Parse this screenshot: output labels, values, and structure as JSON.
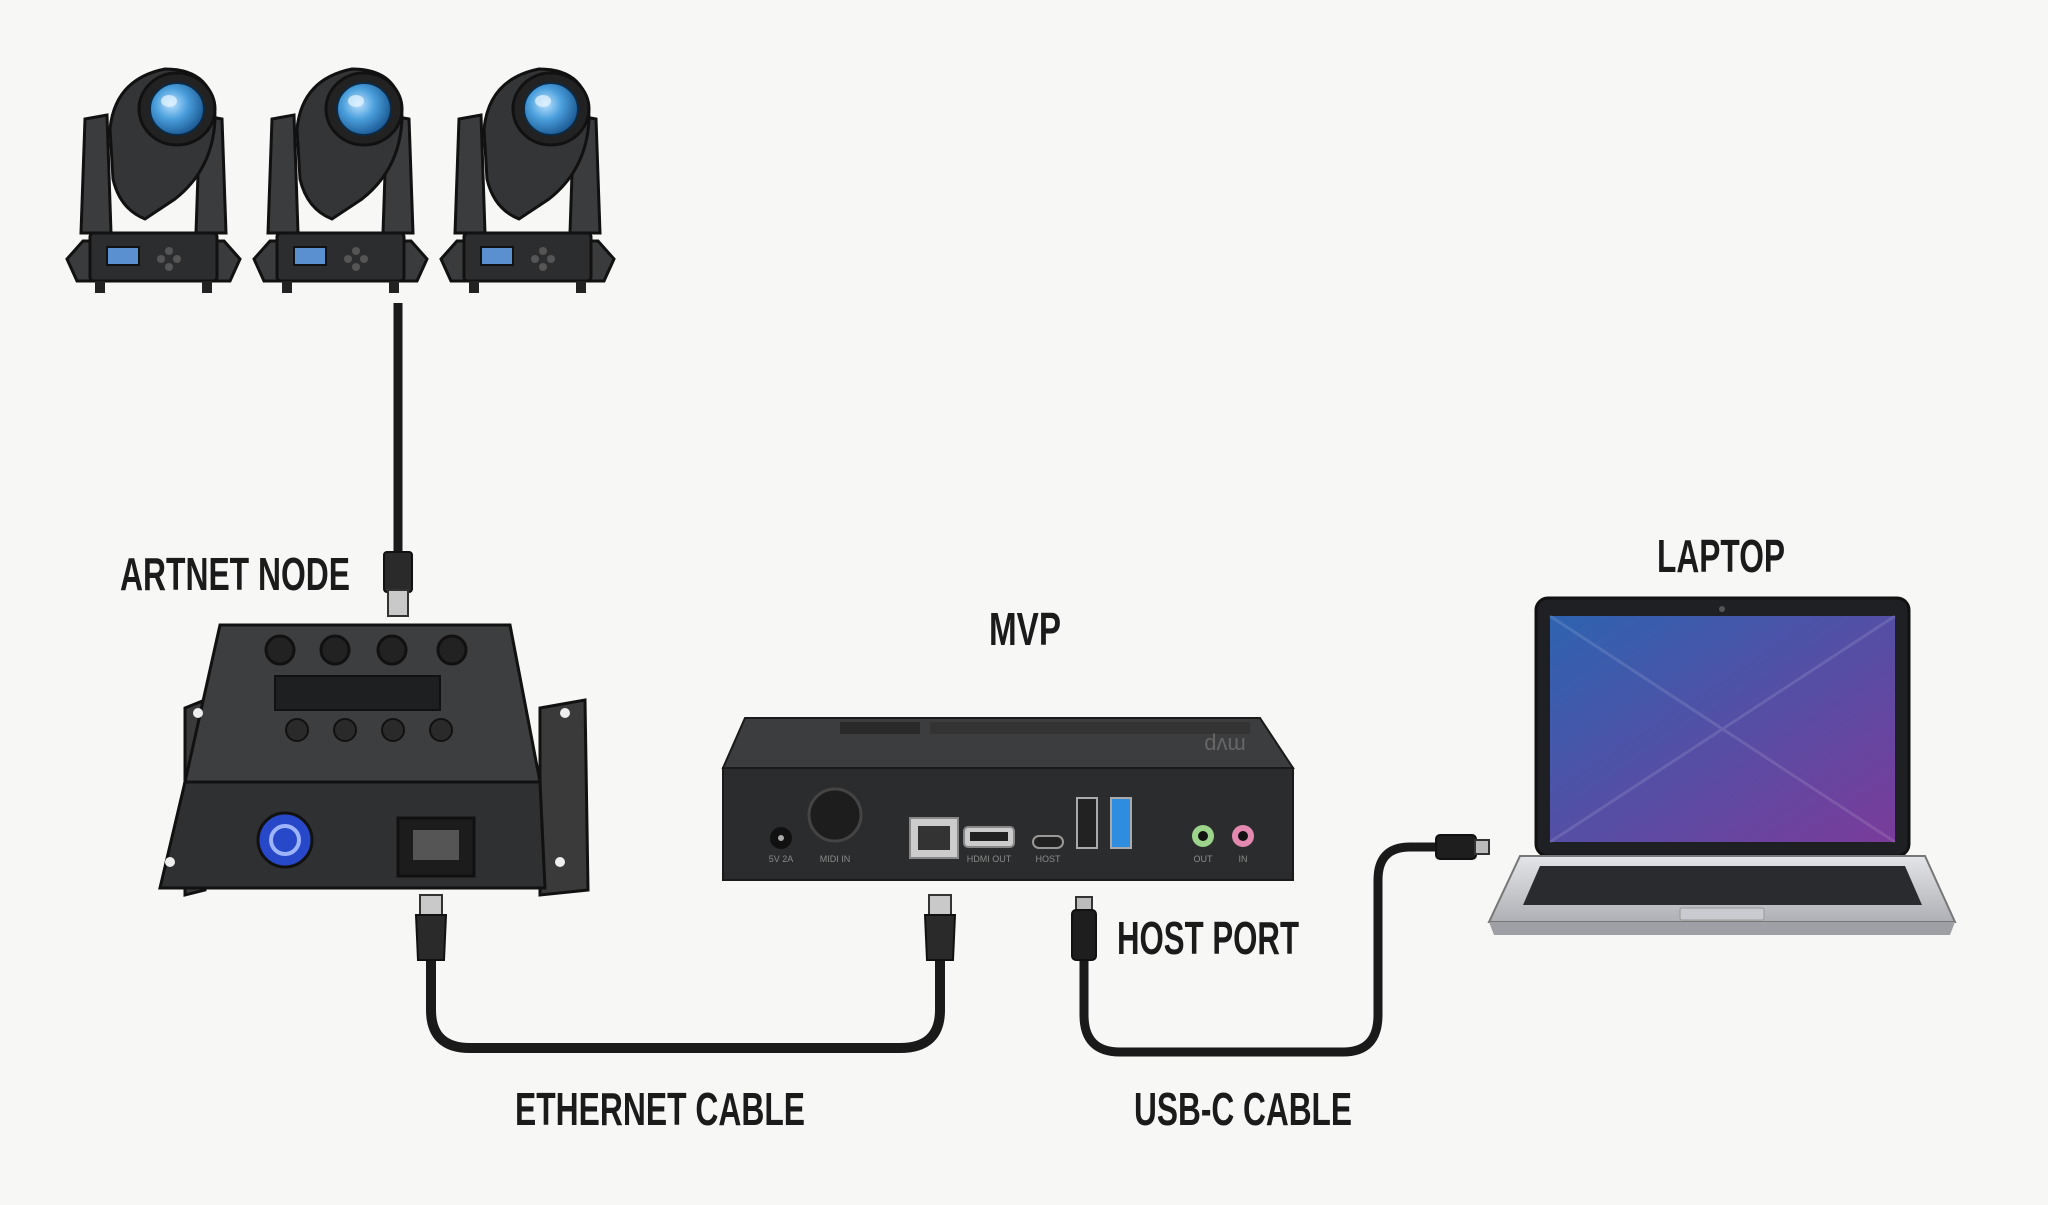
{
  "labels": {
    "artnet_node": "ARTNET NODE",
    "mvp": "MVP",
    "laptop": "LAPTOP",
    "host_port": "HOST PORT",
    "ethernet_cable": "ETHERNET CABLE",
    "usbc_cable": "USB-C CABLE"
  },
  "mvp_ports": {
    "power": "5V 2A",
    "midi": "MIDI IN",
    "hdmi": "HDMI OUT",
    "host": "HOST",
    "audio_out": "OUT",
    "audio_in": "IN"
  },
  "mvp_logo": "mvp",
  "colors": {
    "background": "#f7f7f5",
    "device_dark": "#2e2f31",
    "lens_blue": "#4a9fdc",
    "powercon_blue": "#2749c9",
    "usb3_blue": "#2f8de0",
    "audio_out_green": "#9bd48a",
    "audio_in_pink": "#e48ab0",
    "screen_start": "#2e63b0",
    "screen_end": "#7a3b9a"
  }
}
